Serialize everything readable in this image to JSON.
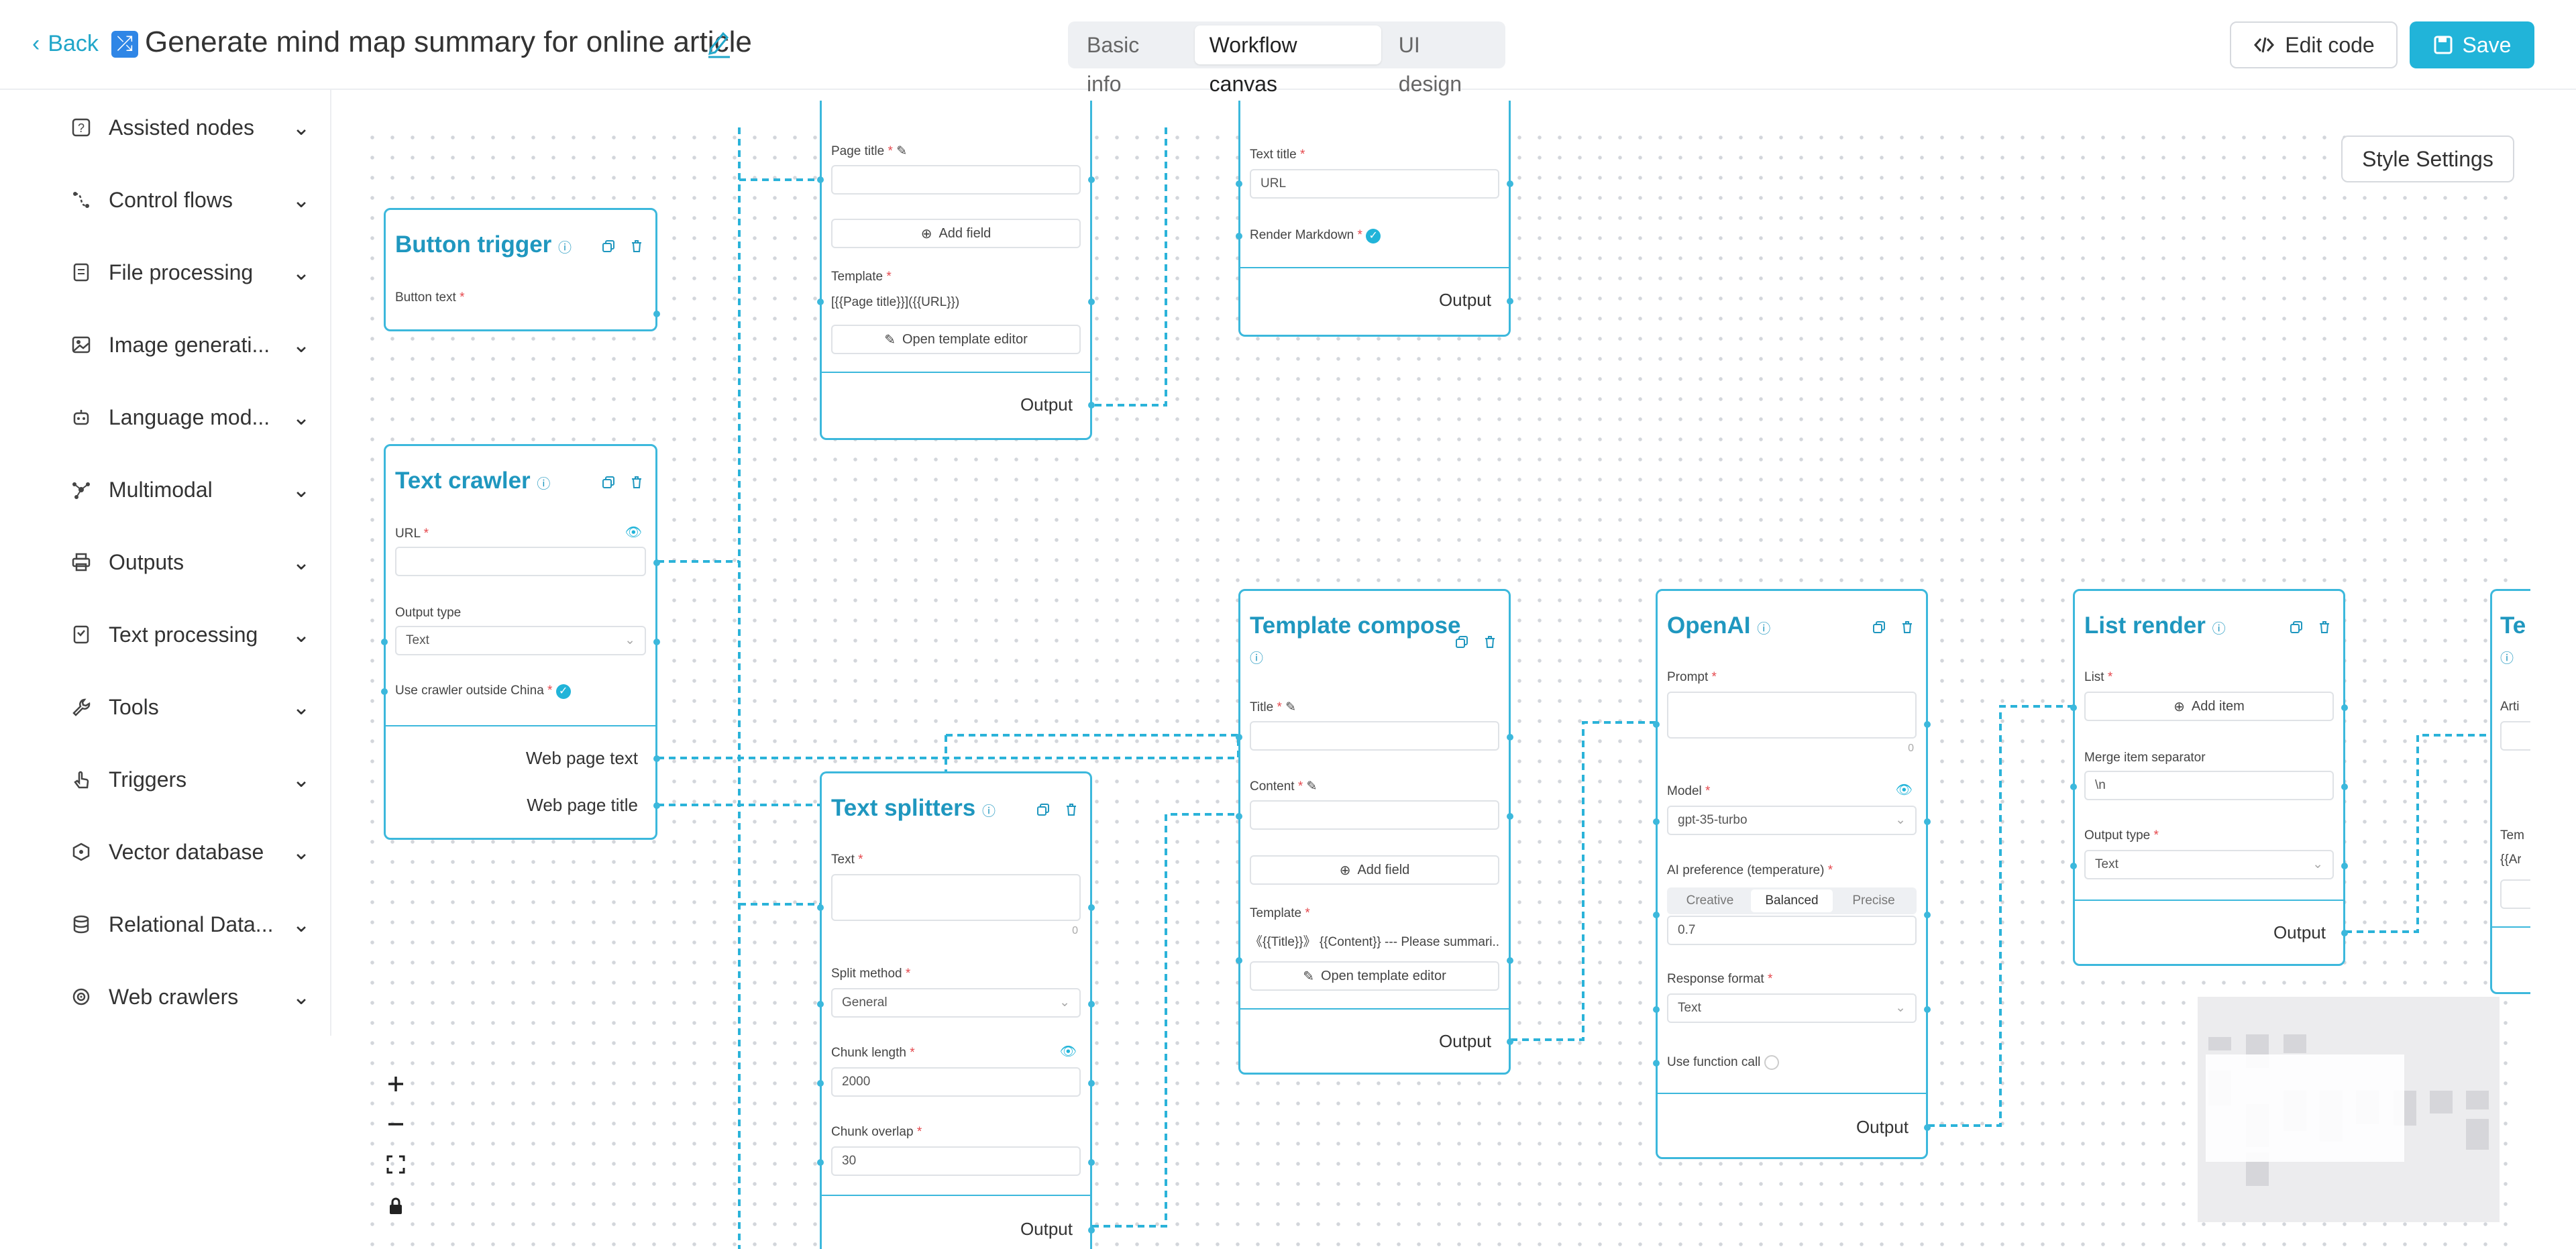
{
  "header": {
    "back_label": "Back",
    "title": "Generate mind map summary for online article",
    "tabs": [
      "Basic info",
      "Workflow canvas",
      "UI design"
    ],
    "active_tab": "Workflow canvas",
    "edit_code_label": "Edit code",
    "save_label": "Save"
  },
  "sidebar": {
    "items": [
      {
        "label": "Assisted nodes",
        "icon": "help-square-icon"
      },
      {
        "label": "Control flows",
        "icon": "flow-icon"
      },
      {
        "label": "File processing",
        "icon": "file-icon"
      },
      {
        "label": "Image generati...",
        "icon": "image-icon"
      },
      {
        "label": "Language mod...",
        "icon": "robot-icon"
      },
      {
        "label": "Multimodal",
        "icon": "multimodal-icon"
      },
      {
        "label": "Outputs",
        "icon": "printer-icon"
      },
      {
        "label": "Text processing",
        "icon": "text-doc-icon"
      },
      {
        "label": "Tools",
        "icon": "wrench-icon"
      },
      {
        "label": "Triggers",
        "icon": "hand-pointer-icon"
      },
      {
        "label": "Vector database",
        "icon": "vector-db-icon"
      },
      {
        "label": "Relational Data...",
        "icon": "database-icon"
      },
      {
        "label": "Web crawlers",
        "icon": "spider-icon"
      }
    ]
  },
  "canvas": {
    "style_settings_label": "Style Settings",
    "nodes": {
      "page_title_node": {
        "page_title_label": "Page title",
        "add_field_label": "Add field",
        "template_label": "Template",
        "template_value": "[{{Page title}}]({{URL}})",
        "open_template_label": "Open template editor",
        "output_label": "Output"
      },
      "markdown_node": {
        "text_title_label": "Text title",
        "text_title_value": "URL",
        "render_markdown_label": "Render Markdown",
        "output_label": "Output"
      },
      "button_trigger": {
        "title": "Button trigger",
        "button_text_label": "Button text"
      },
      "text_crawler": {
        "title": "Text crawler",
        "url_label": "URL",
        "output_type_label": "Output type",
        "output_type_value": "Text",
        "crawler_outside_label": "Use crawler outside China",
        "out_text": "Web page text",
        "out_title": "Web page title"
      },
      "template_compose": {
        "title": "Template compose",
        "title_label": "Title",
        "content_label": "Content",
        "add_field_label": "Add field",
        "template_label": "Template",
        "template_value": "《{{Title}}》 {{Content}} --- Please summari...",
        "open_template_label": "Open template editor",
        "output_label": "Output"
      },
      "openai": {
        "title": "OpenAI",
        "prompt_label": "Prompt",
        "prompt_count": "0",
        "model_label": "Model",
        "model_value": "gpt-35-turbo",
        "temperature_label": "AI preference (temperature)",
        "temperature_options": [
          "Creative",
          "Balanced",
          "Precise"
        ],
        "temperature_selected": "Balanced",
        "temperature_value": "0.7",
        "response_format_label": "Response format",
        "response_format_value": "Text",
        "function_call_label": "Use function call",
        "output_label": "Output"
      },
      "list_render": {
        "title": "List render",
        "list_label": "List",
        "add_item_label": "Add item",
        "separator_label": "Merge item separator",
        "separator_value": "\\n",
        "output_type_label": "Output type",
        "output_type_value": "Text",
        "output_label": "Output"
      },
      "text_splitters": {
        "title": "Text splitters",
        "text_label": "Text",
        "text_count": "0",
        "split_method_label": "Split method",
        "split_method_value": "General",
        "chunk_length_label": "Chunk length",
        "chunk_length_value": "2000",
        "chunk_overlap_label": "Chunk overlap",
        "chunk_overlap_value": "30",
        "output_label": "Output"
      },
      "partial_node": {
        "title": "Te",
        "field1": "Arti",
        "field2": "Tem",
        "field3": "{{Ar"
      }
    }
  },
  "colors": {
    "accent": "#21b4d9",
    "node_border": "#3cb8dc",
    "node_title": "#1f97bf",
    "required": "#e5484d"
  }
}
